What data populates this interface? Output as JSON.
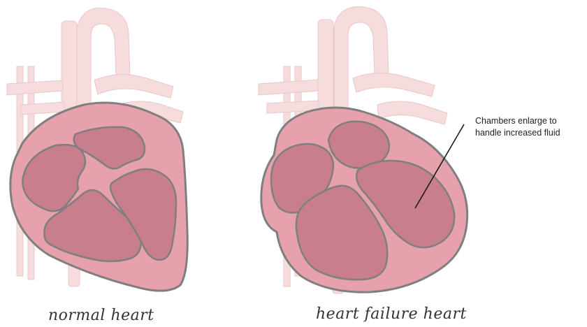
{
  "figure": {
    "left_heart": {
      "caption": "normal heart"
    },
    "right_heart": {
      "caption": "heart failure heart",
      "annotation": {
        "line1": "Chambers enlarge to",
        "line2": "handle increased fluid"
      }
    }
  },
  "colors": {
    "vessel": "#f6dcdd",
    "vessel_line": "#e8c4c6",
    "muscle": "#e7a1ac",
    "chamber": "#c97e8e",
    "outline": "#7f7f80",
    "pointer": "#1a1a1a"
  }
}
